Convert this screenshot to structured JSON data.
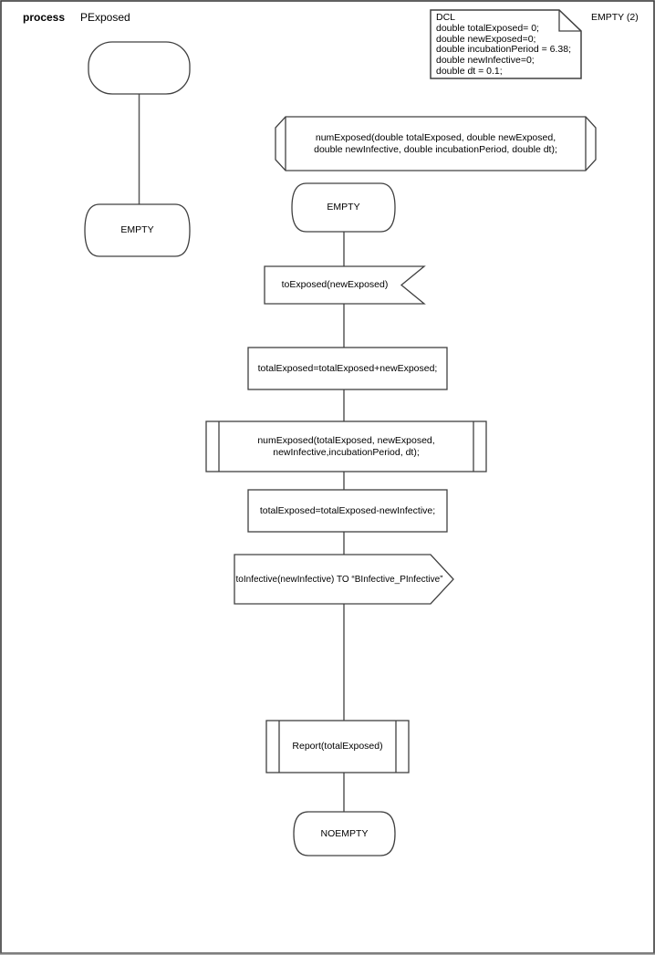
{
  "header": {
    "kind": "process",
    "name": "PExposed",
    "page_label": "EMPTY (2)"
  },
  "declarations": {
    "lines": [
      "DCL",
      "double totalExposed= 0;",
      "double newExposed=0;",
      "double incubationPeriod = 6.38;",
      "double newInfective=0;",
      "double dt = 0.1;"
    ]
  },
  "shapes": {
    "procedure_declaration": {
      "line1": "numExposed(double totalExposed, double newExposed,",
      "line2": "double newInfective, double incubationPeriod, double dt);"
    },
    "state_empty_left": {
      "label": "EMPTY"
    },
    "state_empty": {
      "label": "EMPTY"
    },
    "input_to_exposed": {
      "label": "toExposed(newExposed)"
    },
    "task_accumulate": {
      "label": "totalExposed=totalExposed+newExposed;"
    },
    "call_num_exposed": {
      "line1": "numExposed(totalExposed, newExposed,",
      "line2": "newInfective,incubationPeriod, dt);"
    },
    "task_decrement": {
      "label": "totalExposed=totalExposed-newInfective;"
    },
    "output_to_infective": {
      "label": "toInfective(newInfective) TO “BInfective_PInfective”"
    },
    "call_report": {
      "label": "Report(totalExposed)"
    },
    "state_noempty": {
      "label": "NOEMPTY"
    }
  },
  "colors": {
    "shape_stroke": "#404040",
    "connector": "#595959",
    "page_border": "#3a3a3a",
    "page_border_bottom": "#808080",
    "text": "#000000"
  }
}
